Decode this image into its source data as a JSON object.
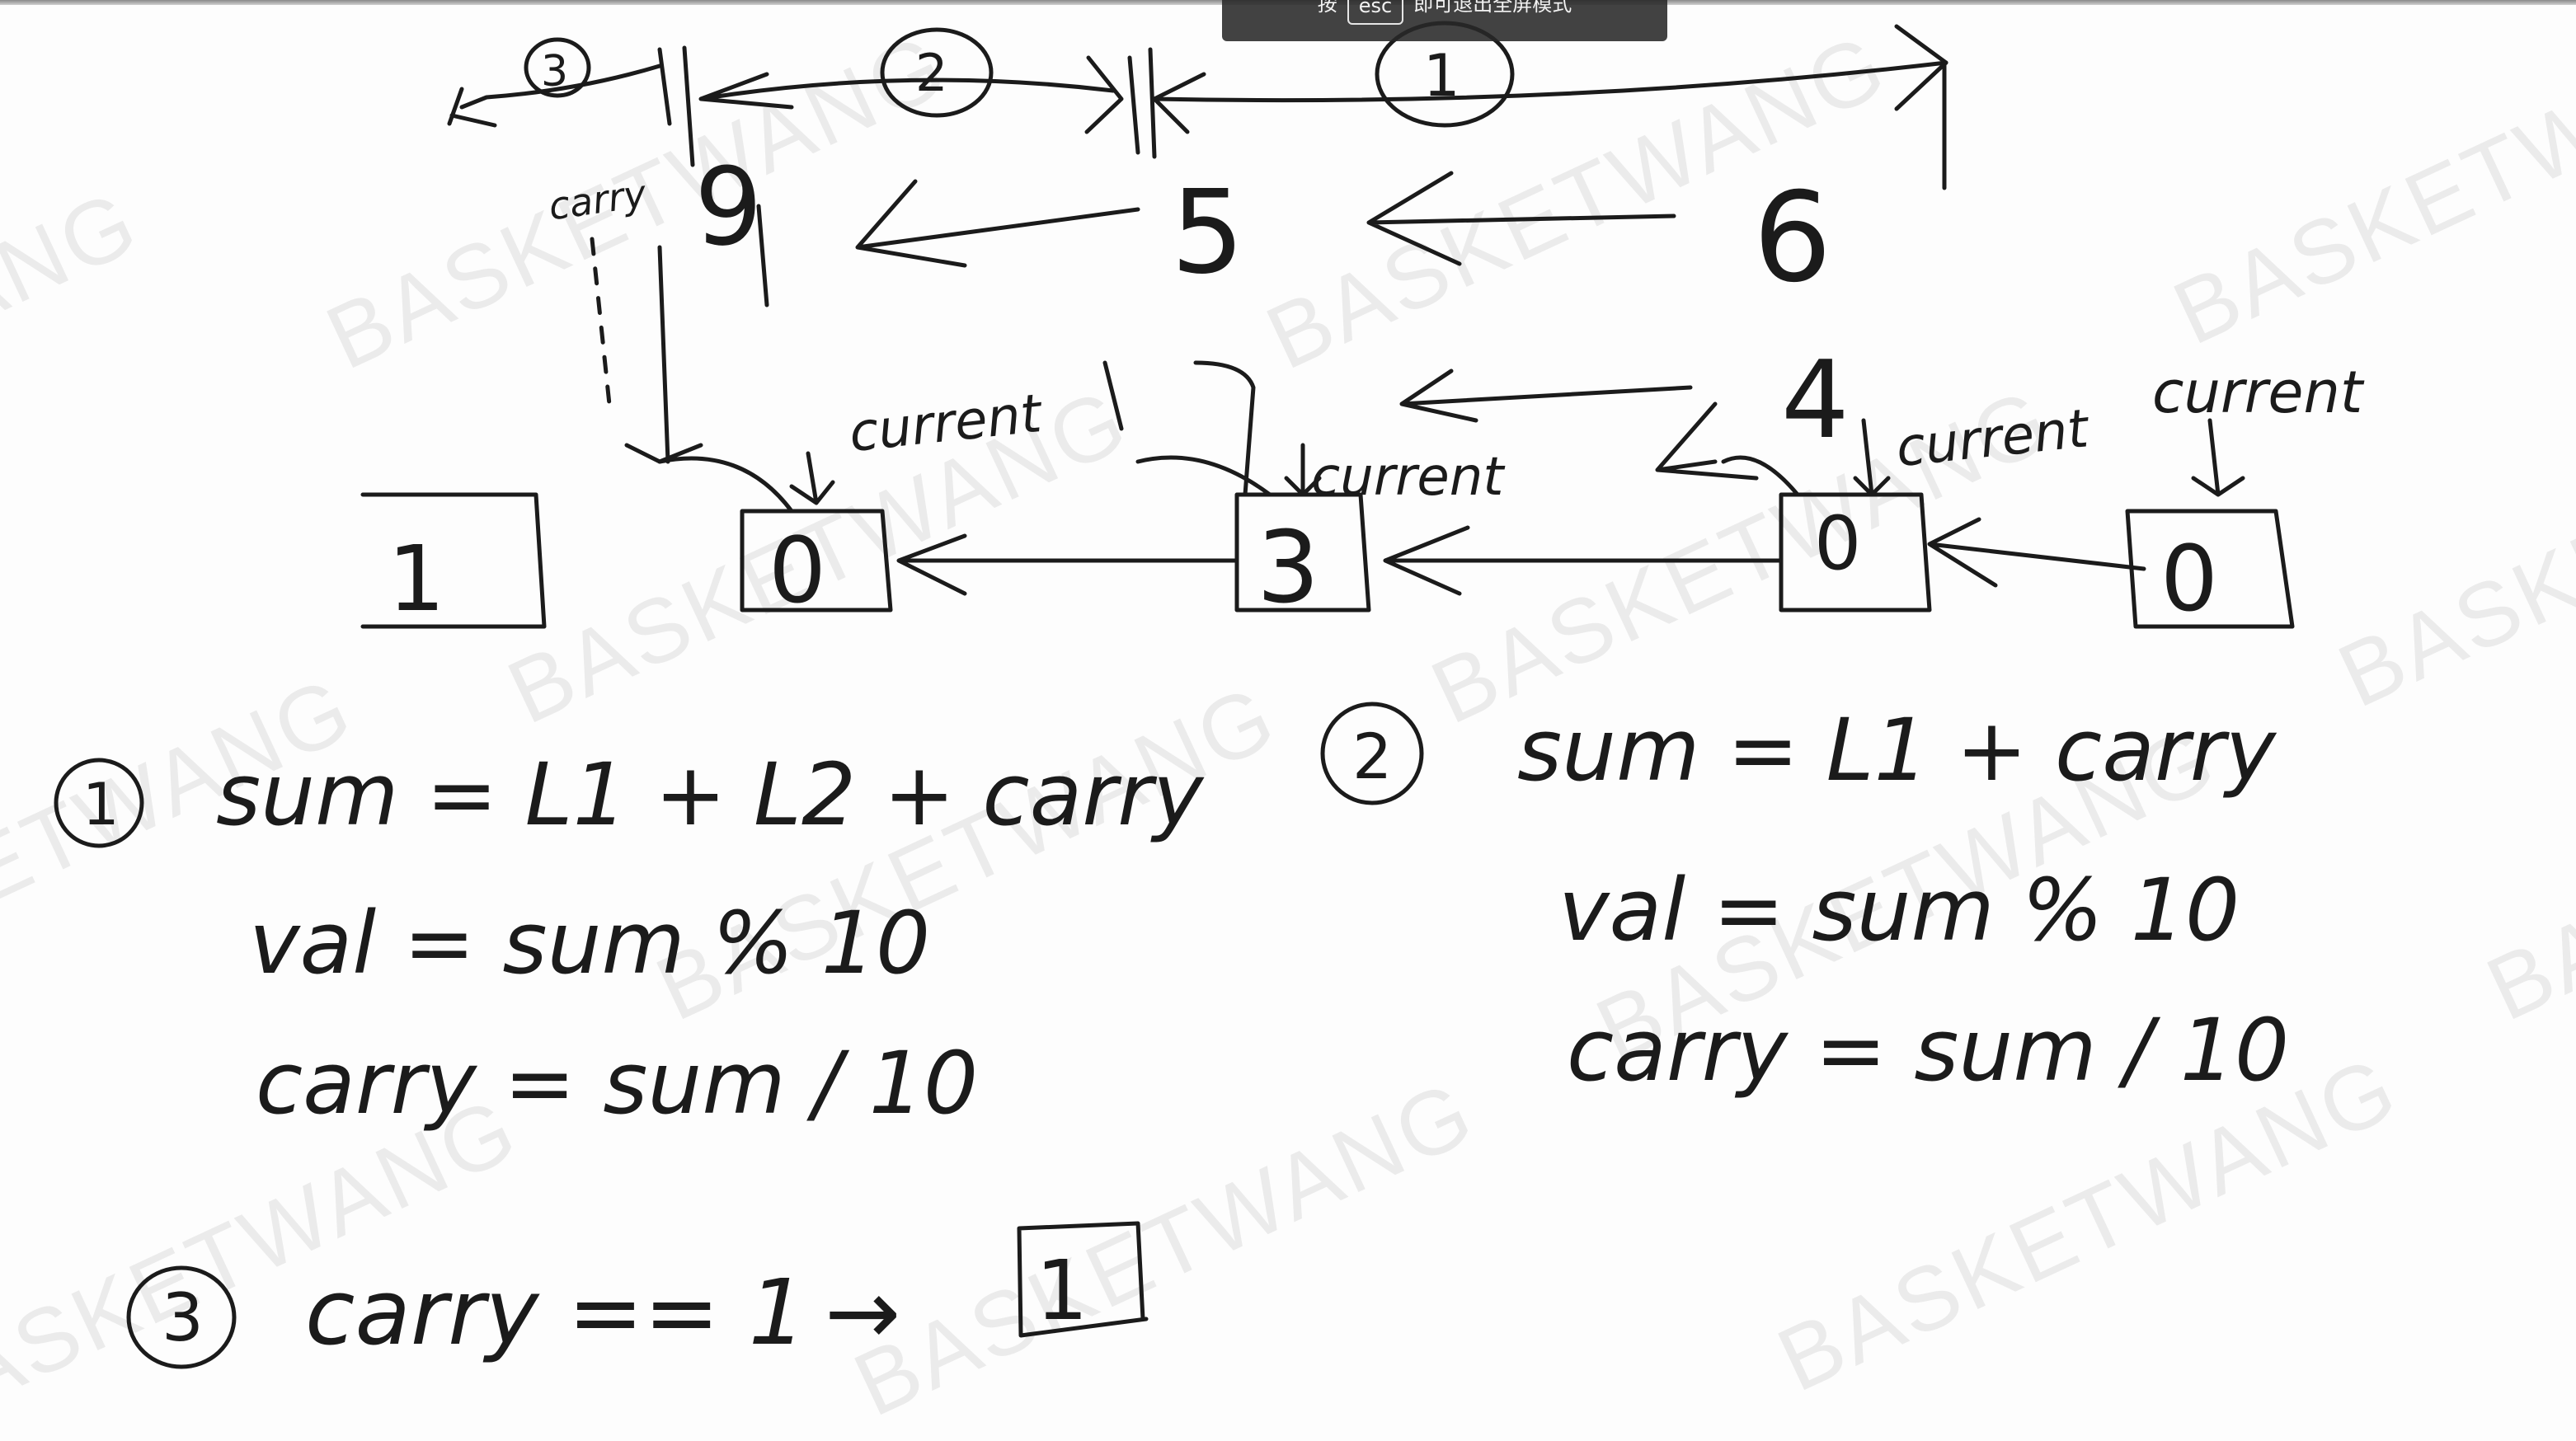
{
  "banner": {
    "prefix": "按",
    "key": "esc",
    "suffix": "即可退出全屏模式"
  },
  "watermark": "BASKETWANG",
  "colors": {
    "ink": "#1b1b1b",
    "banner_bg": "#282828",
    "banner_text": "#f2f2f2"
  },
  "diagram": {
    "top_row": {
      "step_marks": [
        "3",
        "2",
        "1"
      ],
      "labels": [
        "carry",
        "9",
        "5",
        "6"
      ]
    },
    "upper_values": [
      "4"
    ],
    "nodes": [
      "1",
      "0",
      "3",
      "0",
      "0"
    ],
    "pointer_label": "current"
  },
  "notes": {
    "case1": {
      "marker": "1",
      "sum": "sum = L1 + L2 + carry",
      "val": "val = sum % 10",
      "carry": "carry = sum / 10"
    },
    "case2": {
      "marker": "2",
      "sum": "sum = L1 + carry",
      "val": "val = sum % 10",
      "carry": "carry = sum / 10"
    },
    "case3": {
      "marker": "3",
      "condition": "carry == 1",
      "arrow": "→",
      "result": "1"
    }
  }
}
